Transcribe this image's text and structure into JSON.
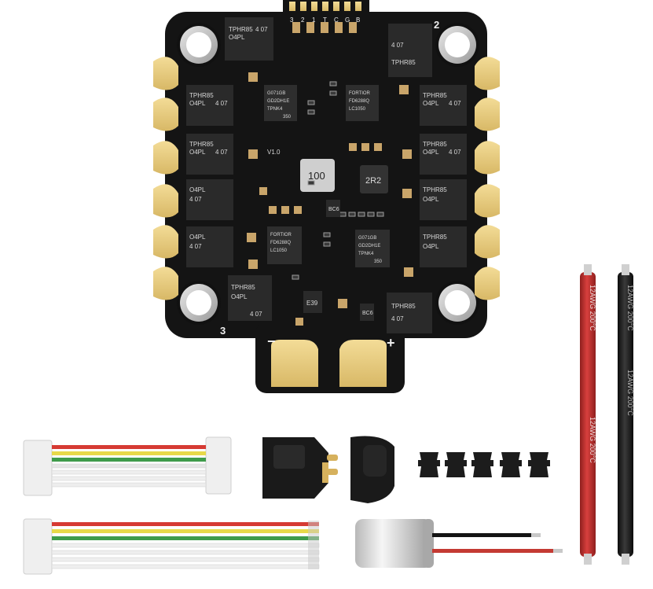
{
  "board": {
    "version": "V1.0",
    "inductor": "100",
    "inductor2": "2R2",
    "corner_labels": {
      "two": "2",
      "three": "3",
      "minus": "−",
      "plus": "+"
    },
    "connector_pins": [
      "3",
      "2",
      "1",
      "T",
      "C",
      "G",
      "B"
    ],
    "mosfet_label": "TPHR85",
    "mosfet_sub": "O4PL",
    "mosfet_code": "4 07",
    "mcu_label": "G071GB",
    "mcu_sub": "GD2DH1E",
    "mcu_sub2": "TPNK4",
    "mcu_code": "350",
    "driver_label": "FORTIOR",
    "driver_sub": "FD6288Q",
    "driver_code": "LC1050",
    "small_labels": [
      "BC6",
      "E39",
      "BC6"
    ]
  },
  "wires": {
    "red_label": "12AWG 200°C",
    "black_label": "12AWG 200°C"
  },
  "colors": {
    "pcb": "#141414",
    "gold": "#e9cf82",
    "red_wire": "#c4302f",
    "black_wire": "#1e1e1e"
  }
}
